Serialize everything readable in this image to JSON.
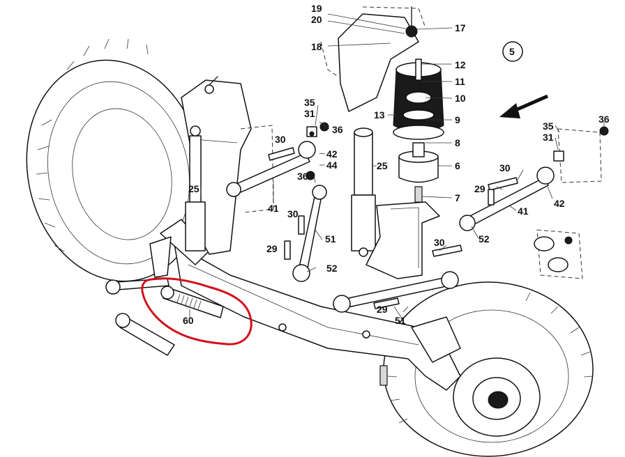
{
  "labels": {
    "l19": "19",
    "l20": "20",
    "l17": "17",
    "l18": "18",
    "l5": "5",
    "l12": "12",
    "l11": "11",
    "l10": "10",
    "l13": "13",
    "l9": "9",
    "l8": "8",
    "l6": "6",
    "l7": "7",
    "l35a": "35",
    "l31a": "31",
    "l36a": "36",
    "l30a": "30",
    "l42a": "42",
    "l44": "44",
    "l25a": "25",
    "l25b": "25",
    "l41a": "41",
    "l36b": "36",
    "l30b": "30",
    "l51a": "51",
    "l29a": "29",
    "l52a": "52",
    "l35b": "35",
    "l31b": "31",
    "l36c": "36",
    "l30c": "30",
    "l29b": "29",
    "l41b": "41",
    "l42b": "42",
    "l52b": "52",
    "l30d": "30",
    "l29c": "29",
    "l51b": "51",
    "l60": "60"
  },
  "colors": {
    "ink": "#111111",
    "highlight": "#d0101a",
    "paper": "#ffffff"
  }
}
